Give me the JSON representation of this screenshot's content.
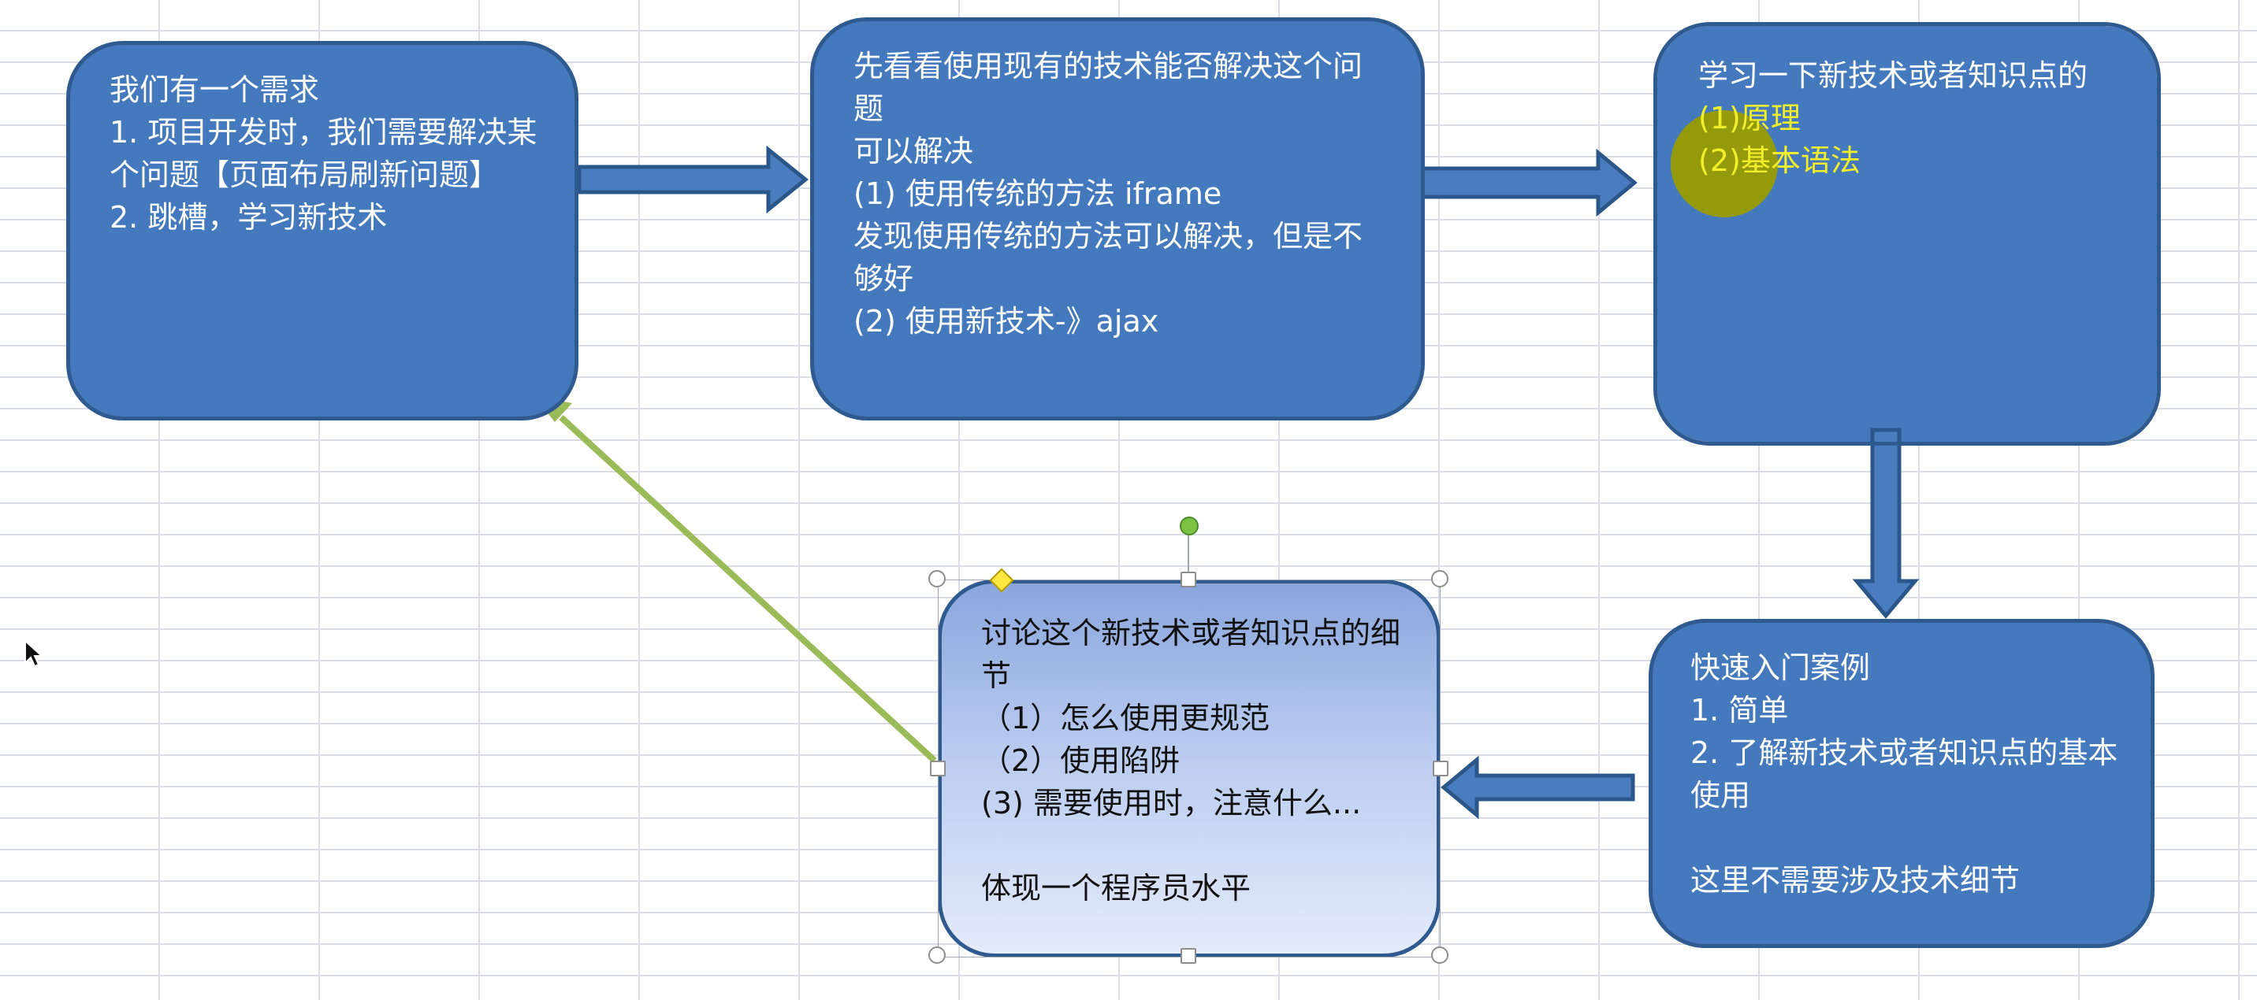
{
  "diagram": {
    "boxes": {
      "requirement": {
        "title": "我们有一个需求",
        "line1": "1. 项目开发时，我们需要解决某个问题【页面布局刷新问题】",
        "line2": "2. 跳槽，学习新技术"
      },
      "existing": {
        "title": "先看看使用现有的技术能否解决这个问题",
        "line1": "可以解决",
        "line2": "(1) 使用传统的方法 iframe",
        "line3": "发现使用传统的方法可以解决，但是不够好",
        "line4": "(2) 使用新技术-》ajax"
      },
      "learn": {
        "title": "学习一下新技术或者知识点的",
        "item1": "(1)原理",
        "item2": "(2)基本语法"
      },
      "quickstart": {
        "title": "快速入门案例",
        "item1": "1. 简单",
        "item2": "2. 了解新技术或者知识点的基本使用",
        "note": "这里不需要涉及技术细节"
      },
      "details": {
        "title": "讨论这个新技术或者知识点的细节",
        "item1": "（1）怎么使用更规范",
        "item2": "（2）使用陷阱",
        "item3": "(3) 需要使用时，注意什么...",
        "note": "体现一个程序员水平"
      }
    },
    "colors": {
      "box_fill": "#4479bd",
      "box_border": "#2f5a8f",
      "arrow_fill": "#4a7dbf",
      "arrow_stroke": "#2b5689",
      "feedback_arrow": "#9bbb59",
      "highlight_text": "#f3ee2a",
      "grid": "#dadde3"
    }
  }
}
